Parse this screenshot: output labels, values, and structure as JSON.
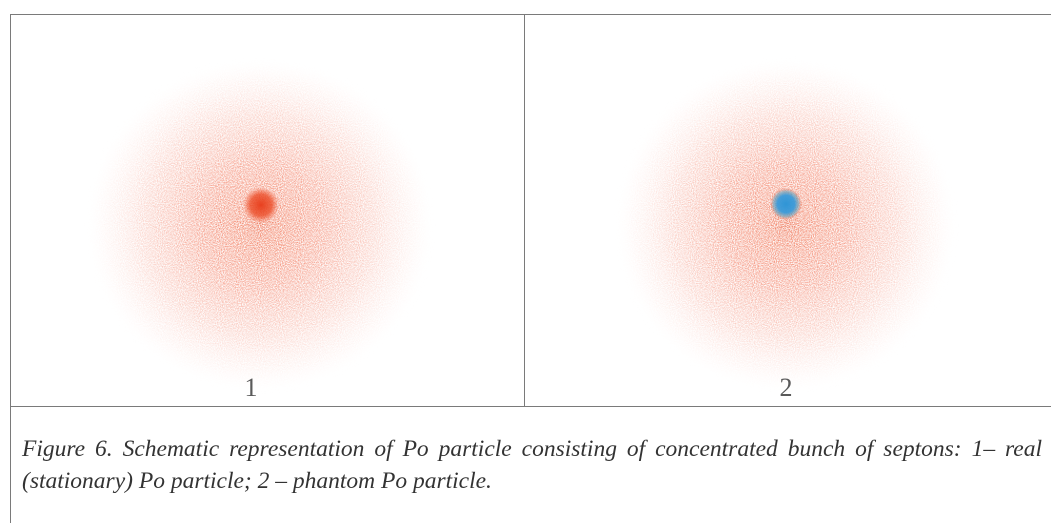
{
  "figure": {
    "panels": [
      {
        "label": "1",
        "core_color": "#3a9ad9",
        "cloud_color": "#f0502a",
        "has_phantom_core": false
      },
      {
        "label": "2",
        "core_color": "#3a9ad9",
        "cloud_color": "#f0502a",
        "has_phantom_core": true
      }
    ],
    "caption": "Figure 6. Schematic representation of Po particle consisting of concentrated bunch of septons: 1– real (stationary) Po particle; 2 – phantom Po particle."
  },
  "colors": {
    "rule": "#7a7a7a",
    "label": "#5a5a5a",
    "caption": "#333333",
    "cloud": "#f0502a",
    "core_real": "#e8401f",
    "core_phantom": "#3a9ad9"
  }
}
